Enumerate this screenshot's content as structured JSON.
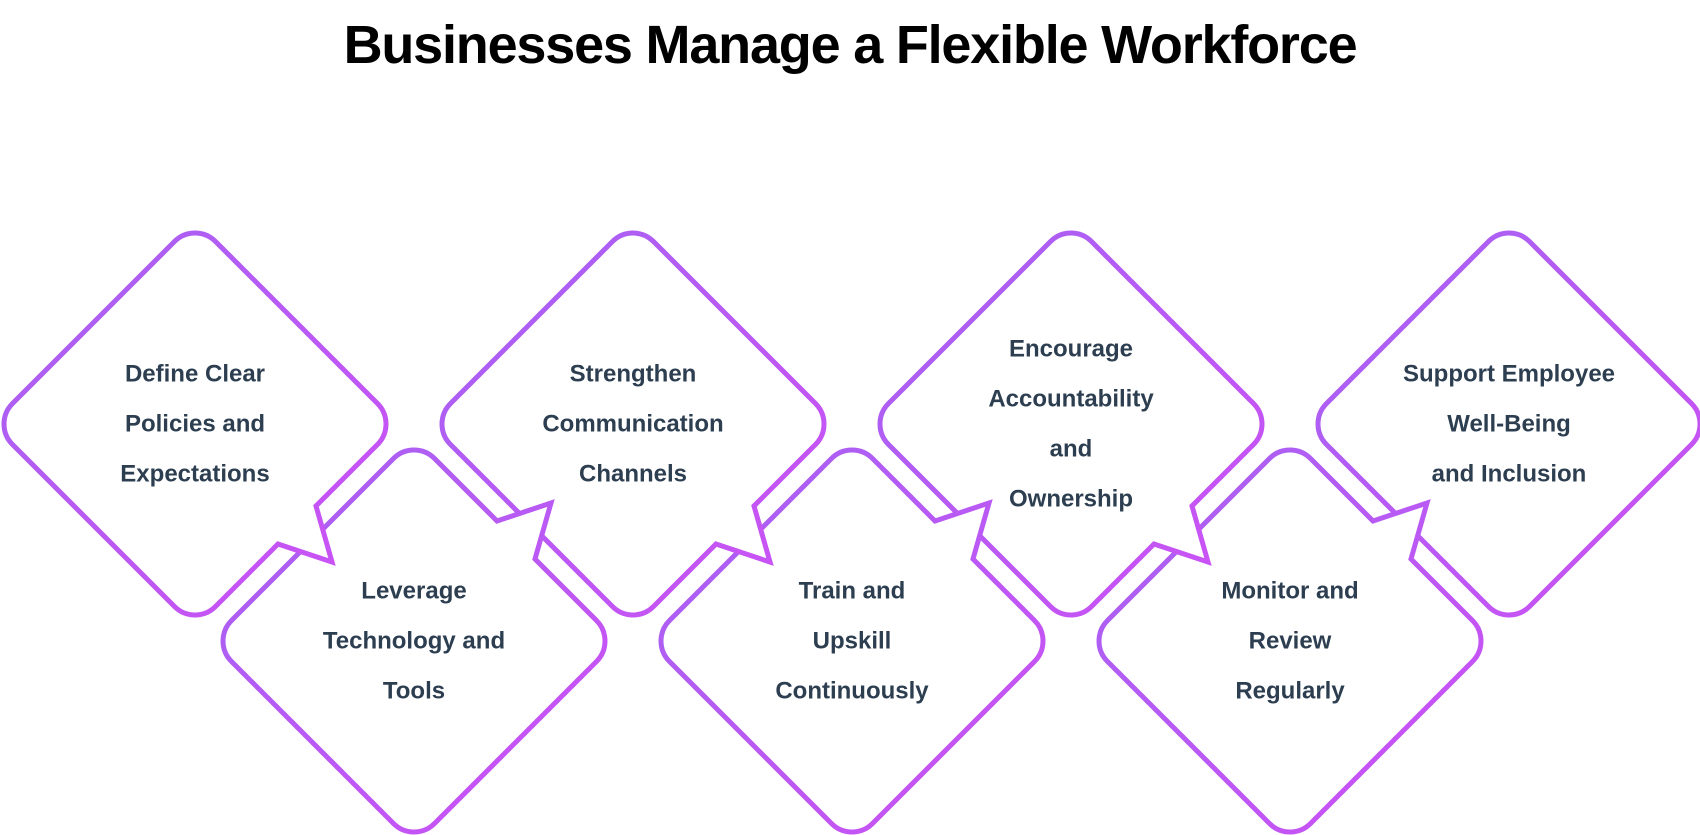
{
  "title": "Businesses Manage a Flexible Workforce",
  "colors": {
    "title_text": "#000000",
    "step_text": "#2c3e50",
    "stroke_start": "#a463f2",
    "stroke_end": "#cf50f6",
    "fill": "#ffffff"
  },
  "steps": [
    {
      "row": "top",
      "tail": "bottom-right",
      "lines": [
        "Define Clear",
        "Policies and",
        "Expectations"
      ]
    },
    {
      "row": "bottom",
      "tail": "top-right",
      "lines": [
        "Leverage",
        "Technology and",
        "Tools"
      ]
    },
    {
      "row": "top",
      "tail": "bottom-right",
      "lines": [
        "Strengthen",
        "Communication",
        "Channels"
      ]
    },
    {
      "row": "bottom",
      "tail": "top-right",
      "lines": [
        "Train and",
        "Upskill",
        "Continuously"
      ]
    },
    {
      "row": "top",
      "tail": "bottom-right",
      "lines": [
        "Encourage",
        "Accountability",
        "and",
        "Ownership"
      ]
    },
    {
      "row": "bottom",
      "tail": "top-right",
      "lines": [
        "Monitor and",
        "Review",
        "Regularly"
      ]
    },
    {
      "row": "top",
      "tail": "none",
      "lines": [
        "Support Employee",
        "Well-Being",
        "and Inclusion"
      ]
    }
  ]
}
